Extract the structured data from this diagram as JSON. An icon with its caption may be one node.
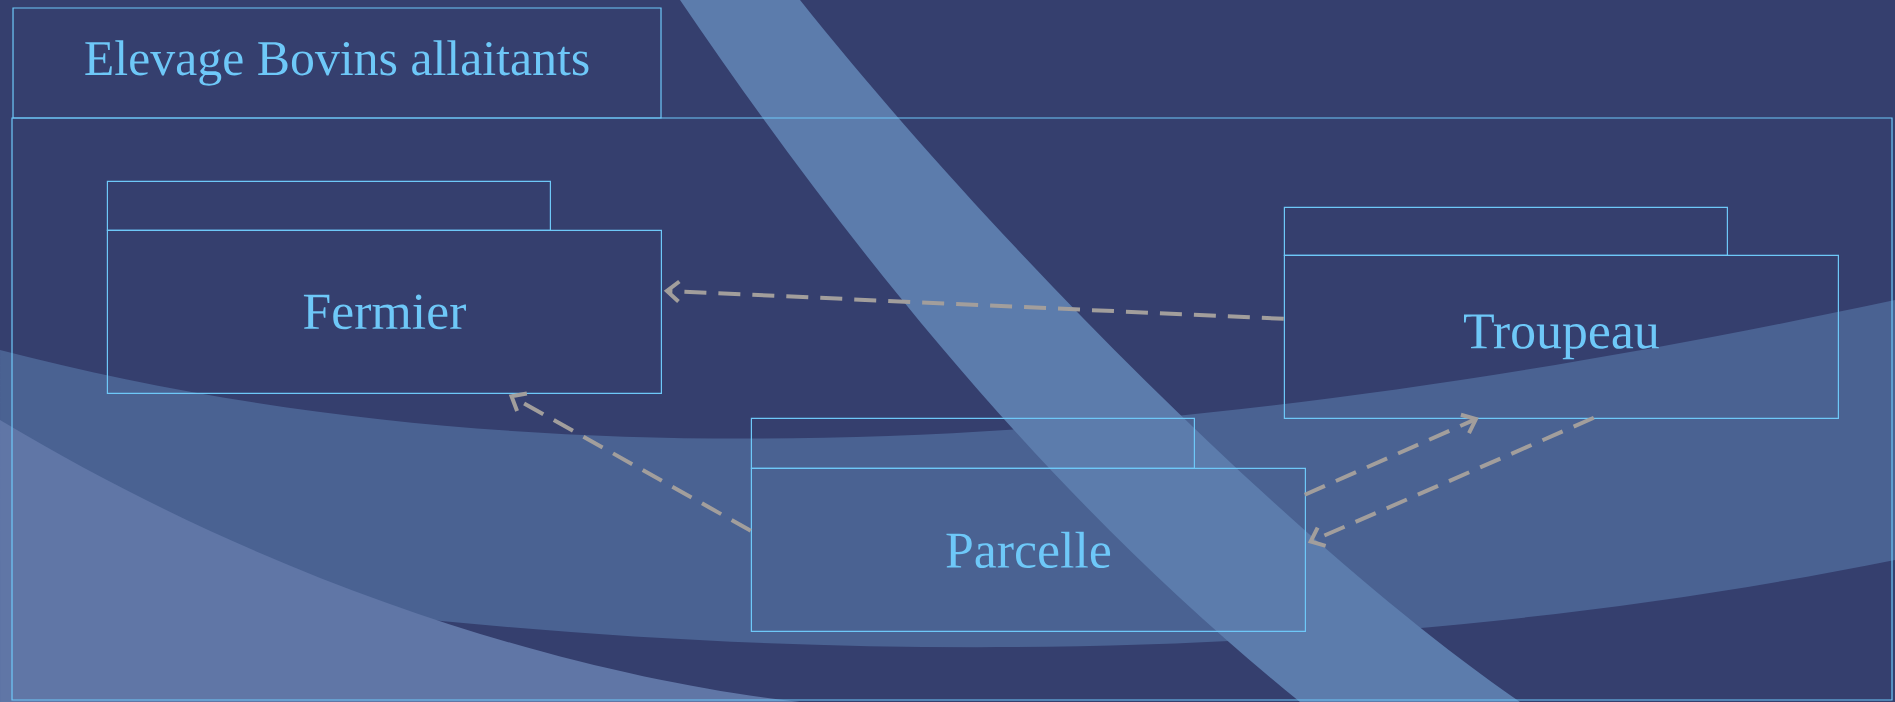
{
  "diagram": {
    "nodes": [
      {
        "text": [
          "Elevage Bovins allaitants"
        ]
      },
      {
        "text": [
          "Fermier"
        ],
        "in": 0
      },
      {
        "text": [
          "Troupeau"
        ],
        "in": 0
      },
      {
        "text": [
          "Parcelle"
        ],
        "in": 0
      }
    ],
    "edges": [
      {
        "from": 2,
        "to": 1,
        "arrow": "to",
        "style": "dashed"
      },
      {
        "from": 3,
        "to": 1,
        "arrow": "to",
        "style": "dashed"
      },
      {
        "from": 3,
        "to": 2,
        "arrow": "to",
        "style": "dashed"
      },
      {
        "from": 2,
        "to": 3,
        "arrow": "to",
        "style": "dashed"
      }
    ]
  }
}
